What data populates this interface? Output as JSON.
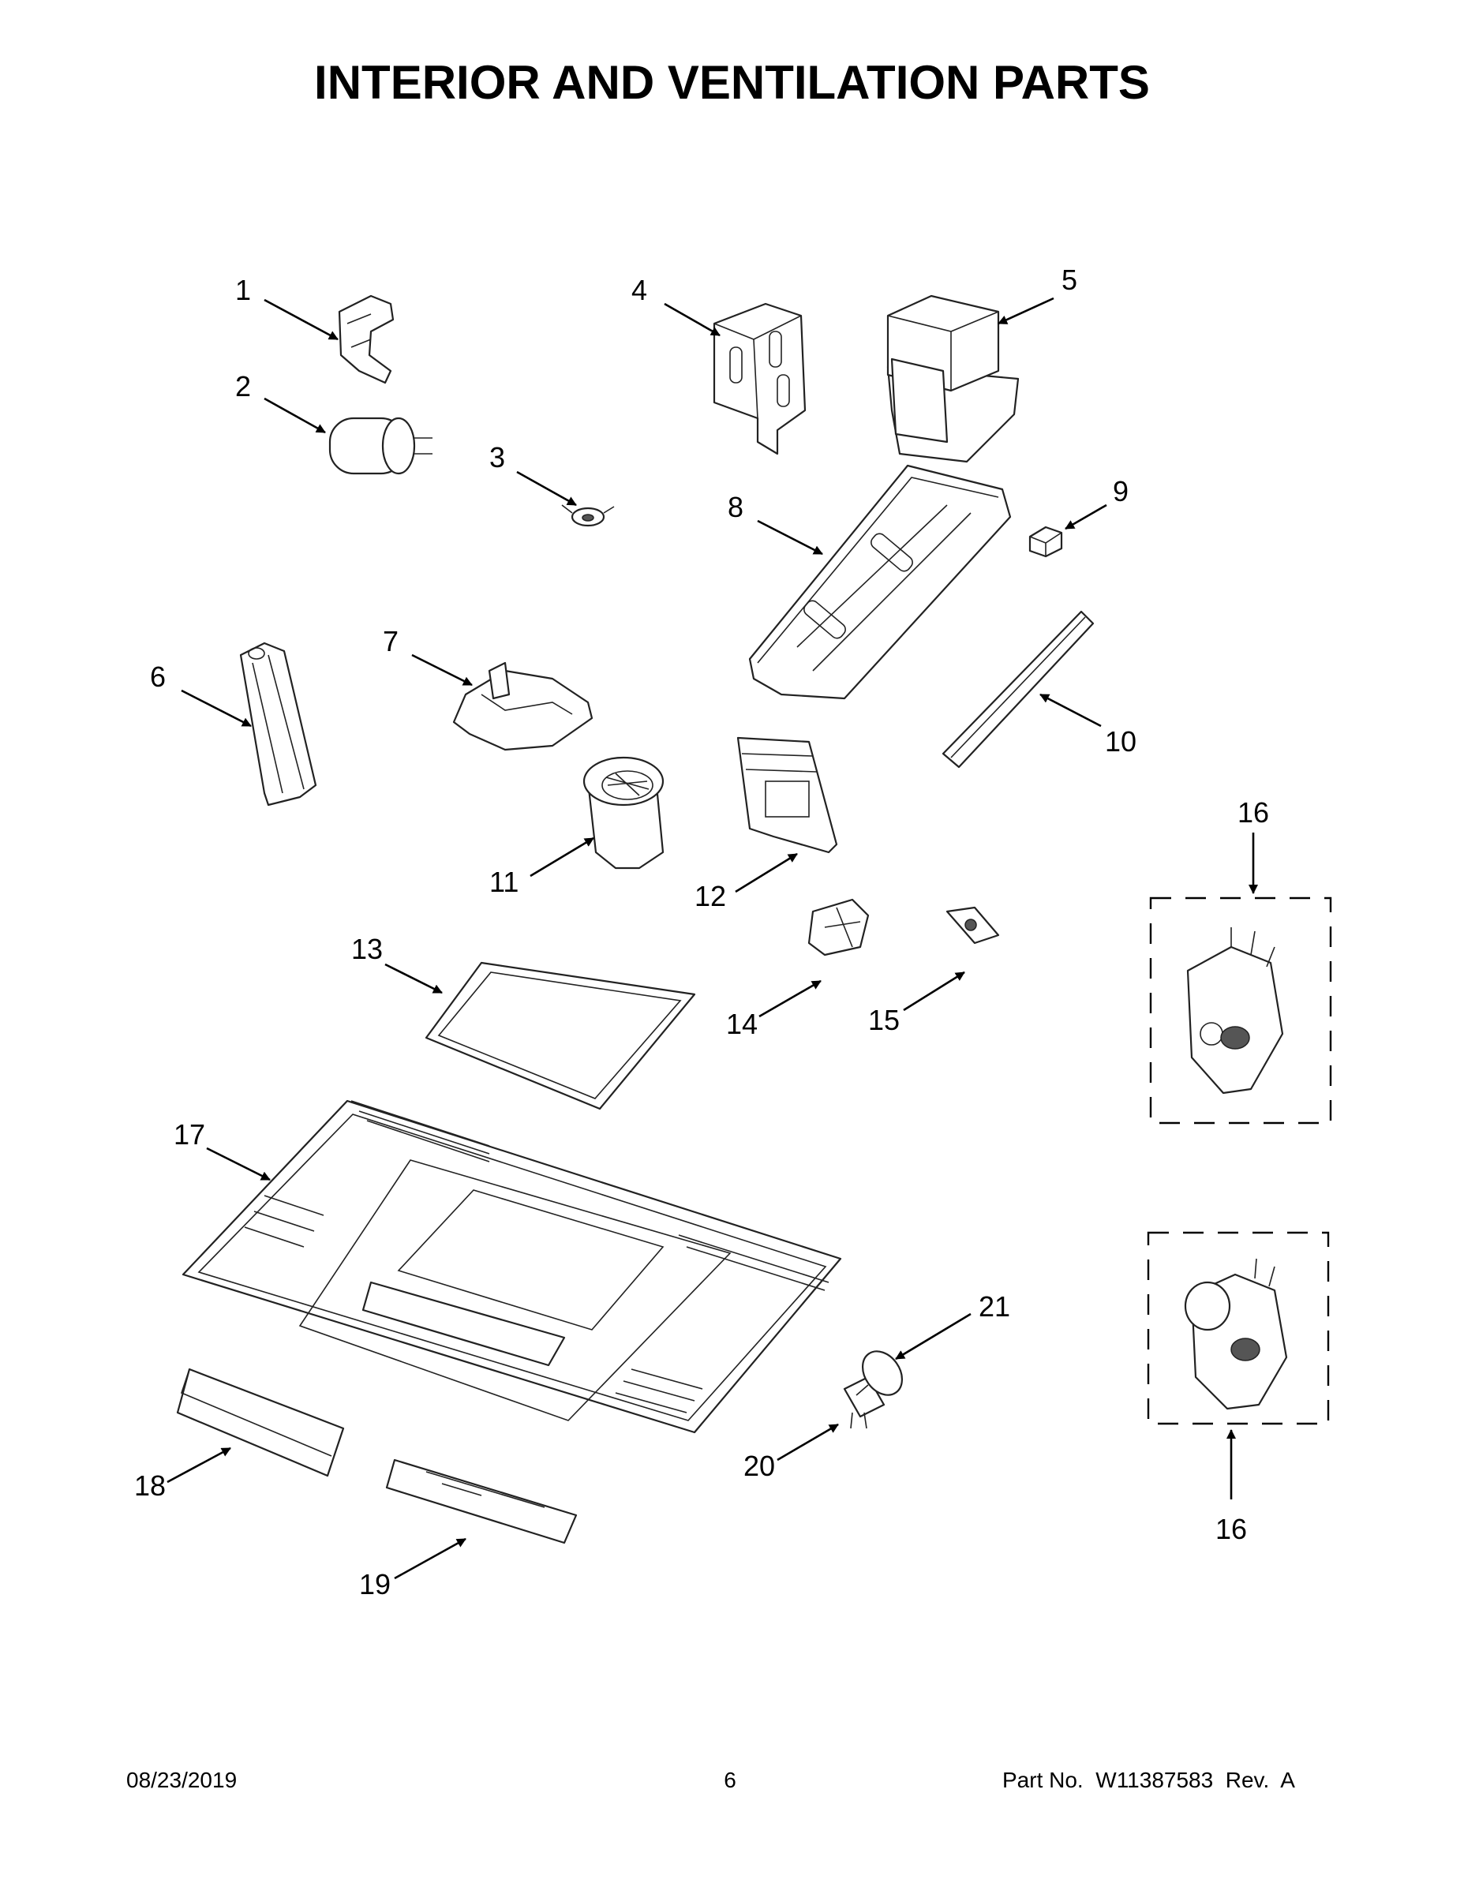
{
  "title": "INTERIOR AND VENTILATION PARTS",
  "callouts": {
    "p1": "1",
    "p2": "2",
    "p3": "3",
    "p4": "4",
    "p5": "5",
    "p6": "6",
    "p7": "7",
    "p8": "8",
    "p9": "9",
    "p10": "10",
    "p11": "11",
    "p12": "12",
    "p13": "13",
    "p14": "14",
    "p15": "15",
    "p16a": "16",
    "p16b": "16",
    "p17": "17",
    "p18": "18",
    "p19": "19",
    "p20": "20",
    "p21": "21"
  },
  "footer": {
    "date": "08/23/2019",
    "page": "6",
    "part": "Part No.  W11387583  Rev.  A"
  }
}
